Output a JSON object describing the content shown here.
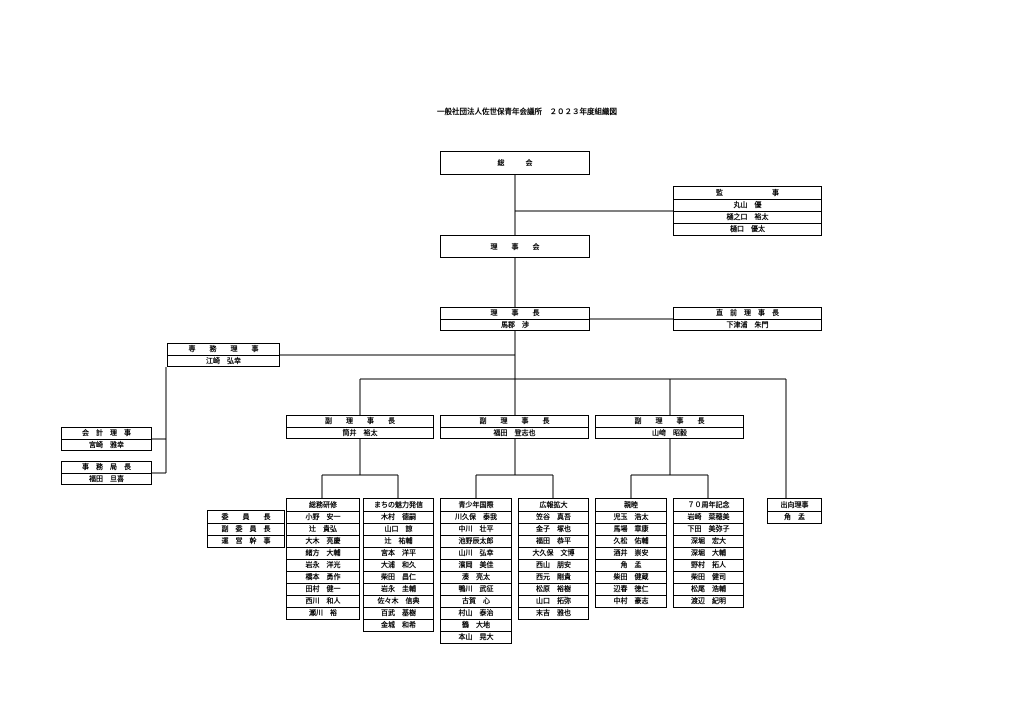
{
  "title": "一般社団法人佐世保青年会議所　２０２３年度組織図",
  "general_assembly": {
    "label": "総　　　会"
  },
  "auditors": {
    "label": "監　　　　　　　事",
    "members": [
      "丸山　優",
      "樋之口　裕太",
      "樋口　優太"
    ]
  },
  "board": {
    "label": "理　　事　　会"
  },
  "president": {
    "label": "理　　事　　長",
    "name": "馬郡　渉"
  },
  "past_president": {
    "label": "直　前　理　事　長",
    "name": "下津浦　朱門"
  },
  "managing_director": {
    "label": "専　　務　　理　　事",
    "name": "江崎　弘幸"
  },
  "treasurer": {
    "label": "会　計　理　事",
    "name": "宮崎　雅幸"
  },
  "secretary_general": {
    "label": "事　務　局　長",
    "name": "福田　旦喜"
  },
  "vice_presidents": [
    {
      "label": "副　　理　　事　　長",
      "name": "筒井　裕太"
    },
    {
      "label": "副　　理　　事　　長",
      "name": "福田　登志也"
    },
    {
      "label": "副　　理　　事　　長",
      "name": "山﨑　昭毅"
    }
  ],
  "role_labels": [
    "委　　員　　長",
    "副　委　員　長",
    "運　営　幹　事"
  ],
  "committees": [
    {
      "name": "総務研修",
      "members": [
        "小野　安一",
        "辻　貴弘",
        "大木　亮慶",
        "緒方　大輔",
        "岩永　洋光",
        "橋本　勇作",
        "田村　健一",
        "西川　和人",
        "瀬川　裕"
      ]
    },
    {
      "name": "まちの魅力発信",
      "members": [
        "木村　德嗣",
        "山口　諒",
        "辻　祐輔",
        "宮本　洋平",
        "大浦　和久",
        "柴田　昌仁",
        "岩永　圭輔",
        "佐々木　信典",
        "百武　基樹",
        "金城　和希"
      ]
    },
    {
      "name": "青少年国際",
      "members": [
        "川久保　泰我",
        "中川　壮平",
        "池野辰太郎",
        "山川　弘幸",
        "濱岡　美佳",
        "湊　亮太",
        "鴨川　武征",
        "古賀　心",
        "村山　泰治",
        "鶴　大地",
        "本山　晃大"
      ]
    },
    {
      "name": "広報拡大",
      "members": [
        "笠谷　真吾",
        "金子　塚也",
        "福田　恭平",
        "大久保　文博",
        "西山　朋安",
        "西元　剛貴",
        "松原　裕樹",
        "山口　拓弥",
        "末吉　雅也"
      ]
    },
    {
      "name": "親睦",
      "members": [
        "児玉　浩太",
        "馬場　章康",
        "久松　佑輔",
        "酒井　崇安",
        "角　孟",
        "柴田　健蔵",
        "辺春　徳仁",
        "中村　豪志"
      ]
    },
    {
      "name": "７０周年記念",
      "members": [
        "岩崎　菜穂美",
        "下田　美弥子",
        "深堀　宏大",
        "深堀　大輔",
        "野村　拓人",
        "柴田　健司",
        "松尾　浩輔",
        "渡辺　紀明"
      ]
    }
  ],
  "seconded_director": {
    "label": "出向理事",
    "name": "角　孟"
  }
}
